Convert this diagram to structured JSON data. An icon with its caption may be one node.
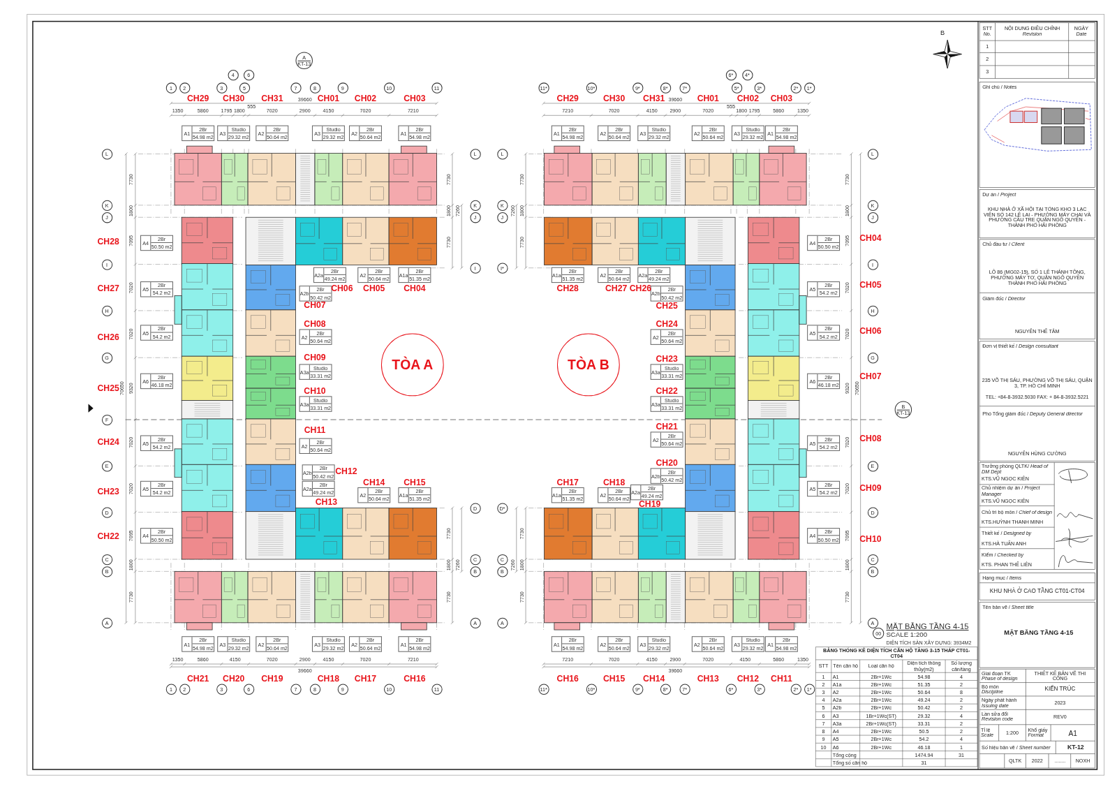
{
  "diagram": {
    "nodes": [
      {
        "text": [
          "TÒA A"
        ]
      },
      {
        "text": [
          "TÒA B"
        ]
      },
      {
        "text": [
          "00"
        ]
      },
      {
        "text": [
          "A",
          "KT-13"
        ]
      },
      {
        "text": [
          "4"
        ]
      },
      {
        "text": [
          "6"
        ]
      },
      {
        "text": [
          "1"
        ]
      },
      {
        "text": [
          "2"
        ]
      },
      {
        "text": [
          "3"
        ]
      },
      {
        "text": [
          "5"
        ]
      },
      {
        "text": [
          "7"
        ]
      },
      {
        "text": [
          "8"
        ]
      },
      {
        "text": [
          "9"
        ]
      },
      {
        "text": [
          "10"
        ]
      },
      {
        "text": [
          "11"
        ]
      },
      {
        "text": [
          "6*"
        ]
      },
      {
        "text": [
          "4*"
        ]
      },
      {
        "text": [
          "11*"
        ]
      },
      {
        "text": [
          "10*"
        ]
      },
      {
        "text": [
          "9*"
        ]
      },
      {
        "text": [
          "8*"
        ]
      },
      {
        "text": [
          "7*"
        ]
      },
      {
        "text": [
          "5*"
        ]
      },
      {
        "text": [
          "3*"
        ]
      },
      {
        "text": [
          "2*"
        ]
      },
      {
        "text": [
          "1*"
        ]
      },
      {
        "text": [
          "L"
        ]
      },
      {
        "text": [
          "K"
        ]
      },
      {
        "text": [
          "J"
        ]
      },
      {
        "text": [
          "I"
        ]
      },
      {
        "text": [
          "H"
        ]
      },
      {
        "text": [
          "G"
        ]
      },
      {
        "text": [
          "F"
        ]
      },
      {
        "text": [
          "E"
        ]
      },
      {
        "text": [
          "D"
        ]
      },
      {
        "text": [
          "C"
        ]
      },
      {
        "text": [
          "B"
        ]
      },
      {
        "text": [
          "A"
        ]
      },
      {
        "text": [
          "L"
        ]
      },
      {
        "text": [
          "K"
        ]
      },
      {
        "text": [
          "J"
        ]
      },
      {
        "text": [
          "I"
        ]
      },
      {
        "text": [
          "D"
        ]
      },
      {
        "text": [
          "C"
        ]
      },
      {
        "text": [
          "B"
        ]
      },
      {
        "text": [
          "A"
        ]
      },
      {
        "text": [
          "L"
        ]
      },
      {
        "text": [
          "K"
        ]
      },
      {
        "text": [
          "J"
        ]
      },
      {
        "text": [
          "I*"
        ]
      },
      {
        "text": [
          "D*"
        ]
      },
      {
        "text": [
          "C"
        ]
      },
      {
        "text": [
          "B"
        ]
      },
      {
        "text": [
          "A"
        ]
      },
      {
        "text": [
          "L"
        ]
      },
      {
        "text": [
          "K"
        ]
      },
      {
        "text": [
          "J"
        ]
      },
      {
        "text": [
          "I"
        ]
      },
      {
        "text": [
          "H"
        ]
      },
      {
        "text": [
          "G"
        ]
      },
      {
        "text": [
          "E"
        ]
      },
      {
        "text": [
          "D"
        ]
      },
      {
        "text": [
          "C"
        ]
      },
      {
        "text": [
          "B"
        ]
      },
      {
        "text": [
          "A"
        ]
      },
      {
        "text": [
          "B",
          "KT-13"
        ]
      },
      {
        "text": [
          "1"
        ]
      },
      {
        "text": [
          "2"
        ]
      },
      {
        "text": [
          "3"
        ]
      },
      {
        "text": [
          "6"
        ]
      },
      {
        "text": [
          "7"
        ]
      },
      {
        "text": [
          "8"
        ]
      },
      {
        "text": [
          "9"
        ]
      },
      {
        "text": [
          "10"
        ]
      },
      {
        "text": [
          "11"
        ]
      },
      {
        "text": [
          "11*"
        ]
      },
      {
        "text": [
          "10*"
        ]
      },
      {
        "text": [
          "9*"
        ]
      },
      {
        "text": [
          "8*"
        ]
      },
      {
        "text": [
          "7*"
        ]
      },
      {
        "text": [
          "6*"
        ]
      },
      {
        "text": [
          "3*"
        ]
      },
      {
        "text": [
          "2*"
        ]
      },
      {
        "text": [
          "1*"
        ]
      },
      {
        "text": [
          "A1",
          "2Br",
          "54.98 m2"
        ]
      },
      {
        "text": [
          "A3",
          "Studio",
          "29.32 m2"
        ]
      },
      {
        "text": [
          "A2",
          "2Br",
          "50.64 m2"
        ]
      },
      {
        "text": [
          "A3",
          "Studio",
          "29.32 m2"
        ]
      },
      {
        "text": [
          "A2",
          "2Br",
          "50.64 m2"
        ]
      },
      {
        "text": [
          "A1",
          "2Br",
          "54.98 m2"
        ]
      },
      {
        "text": [
          "A4",
          "2Br",
          "50.50 m2"
        ]
      },
      {
        "text": [
          "A5",
          "2Br",
          "54.2 m2"
        ]
      },
      {
        "text": [
          "A5",
          "2Br",
          "54.2 m2"
        ]
      },
      {
        "text": [
          "A6",
          "2Br",
          "46.18 m2"
        ]
      },
      {
        "text": [
          "A5",
          "2Br",
          "54.2 m2"
        ]
      },
      {
        "text": [
          "A5",
          "2Br",
          "54.2 m2"
        ]
      },
      {
        "text": [
          "A4",
          "2Br",
          "50.50 m2"
        ]
      },
      {
        "text": [
          "A2a",
          "2Br",
          "49.24 m2"
        ]
      },
      {
        "text": [
          "A2",
          "2Br",
          "50.64 m2"
        ]
      },
      {
        "text": [
          "A1a",
          "2Br",
          "51.35 m2"
        ]
      },
      {
        "text": [
          "A2b",
          "2Br",
          "50.42 m2"
        ]
      },
      {
        "text": [
          "A2",
          "2Br",
          "50.64 m2"
        ]
      },
      {
        "text": [
          "A3a",
          "Studio",
          "33.31 m2"
        ]
      },
      {
        "text": [
          "A3a",
          "Studio",
          "33.31 m2"
        ]
      },
      {
        "text": [
          "A2",
          "2Br",
          "50.64 m2"
        ]
      },
      {
        "text": [
          "A2b",
          "2Br",
          "50.42 m2"
        ]
      },
      {
        "text": [
          "A2a",
          "2Br",
          "49.24 m2"
        ]
      },
      {
        "text": [
          "A2",
          "2Br",
          "50.64 m2"
        ]
      },
      {
        "text": [
          "A1a",
          "2Br",
          "51.35 m2"
        ]
      },
      {
        "text": [
          "A1",
          "2Br",
          "54.98 m2"
        ]
      },
      {
        "text": [
          "A3",
          "Studio",
          "29.32 m2"
        ]
      },
      {
        "text": [
          "A2",
          "2Br",
          "50.64 m2"
        ]
      },
      {
        "text": [
          "A3",
          "Studio",
          "29.32 m2"
        ]
      },
      {
        "text": [
          "A2",
          "2Br",
          "50.64 m2"
        ]
      },
      {
        "text": [
          "A1",
          "2Br",
          "54.98 m2"
        ]
      },
      {
        "text": [
          "A1",
          "2Br",
          "54.98 m2"
        ]
      },
      {
        "text": [
          "A2",
          "2Br",
          "50.64 m2"
        ]
      },
      {
        "text": [
          "A3",
          "Studio",
          "29.32 m2"
        ]
      },
      {
        "text": [
          "A2",
          "2Br",
          "50.64 m2"
        ]
      },
      {
        "text": [
          "A3",
          "Studio",
          "29.32 m2"
        ]
      },
      {
        "text": [
          "A1",
          "2Br",
          "54.98 m2"
        ]
      },
      {
        "text": [
          "A1a",
          "2Br",
          "51.35 m2"
        ]
      },
      {
        "text": [
          "A2",
          "2Br",
          "50.64 m2"
        ]
      },
      {
        "text": [
          "A2a",
          "2Br",
          "49.24 m2"
        ]
      },
      {
        "text": [
          "A2b",
          "2Br",
          "50.42 m2"
        ]
      },
      {
        "text": [
          "A2",
          "2Br",
          "50.64 m2"
        ]
      },
      {
        "text": [
          "A3a",
          "Studio",
          "33.31 m2"
        ]
      },
      {
        "text": [
          "A3a",
          "Studio",
          "33.31 m2"
        ]
      },
      {
        "text": [
          "A2",
          "2Br",
          "50.64 m2"
        ]
      },
      {
        "text": [
          "A2b",
          "2Br",
          "50.42 m2"
        ]
      },
      {
        "text": [
          "A2a",
          "2Br",
          "49.24 m2"
        ]
      },
      {
        "text": [
          "A1a",
          "2Br",
          "51.35 m2"
        ]
      },
      {
        "text": [
          "A2",
          "2Br",
          "50.64 m2"
        ]
      },
      {
        "text": [
          "A4",
          "2Br",
          "50.50 m2"
        ]
      },
      {
        "text": [
          "A5",
          "2Br",
          "54.2 m2"
        ]
      },
      {
        "text": [
          "A5",
          "2Br",
          "54.2 m2"
        ]
      },
      {
        "text": [
          "A6",
          "2Br",
          "46.18 m2"
        ]
      },
      {
        "text": [
          "A5",
          "2Br",
          "54.2 m2"
        ]
      },
      {
        "text": [
          "A5",
          "2Br",
          "54.2 m2"
        ]
      },
      {
        "text": [
          "A4",
          "2Br",
          "50.50 m2"
        ]
      },
      {
        "text": [
          "A1",
          "2Br",
          "54.98 m2"
        ]
      },
      {
        "text": [
          "A2",
          "2Br",
          "50.64 m2"
        ]
      },
      {
        "text": [
          "A3",
          "Studio",
          "29.32 m2"
        ]
      },
      {
        "text": [
          "A2",
          "2Br",
          "50.64 m2"
        ]
      },
      {
        "text": [
          "A3",
          "Studio",
          "29.32 m2"
        ]
      },
      {
        "text": [
          "A1",
          "2Br",
          "54.98 m2"
        ]
      }
    ],
    "labels": [
      "CH29",
      "CH30",
      "CH31",
      "CH01",
      "CH02",
      "CH03",
      "CH28",
      "CH27",
      "CH26",
      "CH25",
      "CH24",
      "CH23",
      "CH22",
      "CH06",
      "CH05",
      "CH04",
      "CH07",
      "CH08",
      "CH09",
      "CH10",
      "CH11",
      "CH12",
      "CH14",
      "CH15",
      "CH13",
      "CH21",
      "CH20",
      "CH19",
      "CH18",
      "CH17",
      "CH16",
      "CH29",
      "CH30",
      "CH31",
      "CH01",
      "CH02",
      "CH03",
      "CH28",
      "CH27",
      "CH26",
      "CH25",
      "CH24",
      "CH23",
      "CH22",
      "CH21",
      "CH20",
      "CH17",
      "CH18",
      "CH19",
      "CH04",
      "CH05",
      "CH06",
      "CH07",
      "CH08",
      "CH09",
      "CH10",
      "CH16",
      "CH15",
      "CH14",
      "CH13",
      "CH12",
      "CH11",
      "39660",
      "1350",
      "5860",
      "1795",
      "1800",
      "555",
      "7020",
      "2900",
      "4150",
      "7020",
      "7210",
      "39660",
      "7210",
      "7020",
      "4150",
      "2900",
      "7020",
      "555",
      "1800",
      "1795",
      "5860",
      "1350",
      "7730",
      "1800",
      "7095",
      "7020",
      "7020",
      "70650",
      "9320",
      "7020",
      "7020",
      "7095",
      "1800",
      "7730",
      "7730",
      "1800",
      "7260",
      "7730",
      "7730",
      "1800",
      "7260",
      "7730",
      "7730",
      "7260",
      "1800",
      "7730",
      "7730",
      "7260",
      "1800",
      "7730",
      "7730",
      "1800",
      "7095",
      "7020",
      "7020",
      "9320",
      "70650",
      "7020",
      "7020",
      "7095",
      "1800",
      "7730",
      "1350",
      "5860",
      "4150",
      "7020",
      "2900",
      "4150",
      "7020",
      "7210",
      "39660",
      "7210",
      "7020",
      "4150",
      "2900",
      "7020",
      "4150",
      "5860",
      "1350",
      "39660",
      "B",
      "MẶT BẰNG TẦNG 4-15",
      "SCALE 1:200",
      "DIỆN TÍCH SÀN XÂY DỰNG: 3934M2",
      "STT *No.*",
      "NỘI DUNG ĐIỀU CHỈNH *Revision*",
      "NGÀY *Date*",
      "1",
      "2",
      "3",
      "Ghi chú / *Notes*",
      "Dự án / *Project*",
      "KHU NHÀ Ở XÃ HỘI TẠI TỔNG KHO 3 LẠC VIÊN SỐ 142 LÊ LAI - PHƯỜNG MÁY CHAI VÀ PHƯỜNG CẦU TRE QUẬN NGÔ QUYỀN - THÀNH PHỐ HẢI PHÒNG",
      "Chủ đầu tư / *Client*",
      "LÔ 86 (MG02-15), SỐ 1 LÊ THÁNH TÔNG, PHƯỜNG MÁY TƠ, QUẬN NGÔ QUYỀN THÀNH PHỐ HẢI PHÒNG",
      "Giám đốc / *Director*",
      "NGUYỄN THẾ TÂM",
      "Đơn vị thiết kế / *Design consultant*",
      "235 VÕ THỊ SÁU, PHƯỜNG VÕ THỊ SÁU, QUẬN 3, TP. HỒ CHÍ MINH",
      "TEL: +84-8-3932.5030 FAX: + 84-8-3932.5221",
      "Phó Tổng giám đốc / *Deputy General director*",
      "NGUYỄN HÙNG CƯỜNG",
      "Trưởng phòng QLTK/ *Head of DM Dept*",
      "KTS.VŨ NGỌC KIÊN",
      "Chủ nhiệm dự án / *Project Manager*",
      "KTS.VŨ NGỌC KIÊN",
      "Chủ trì bộ môn / *Chief of design*",
      "KTS.HUỲNH THANH MINH",
      "Thiết kế / *Designed by*",
      "KTS.HÀ TUẤN ANH",
      "Kiểm / *Checked by*",
      "KTS. PHAN THẾ LIÊN",
      "Hạng mục / *Items*",
      "KHU NHÀ Ở CAO TẦNG CT01-CT04",
      "Tên bản vẽ / *Sheet title*",
      "MẶT BẰNG TẦNG 4-15",
      "Giai đoạn TK *Phase of design*",
      "THIẾT KẾ BẢN VẼ THI CÔNG",
      "Bộ môn *Discipline*",
      "KIẾN TRÚC",
      "Ngày phát hành *Issuing date*",
      "2023",
      "Lần sửa đổi *Revision code*",
      "REV0",
      "Tỉ lệ *Scale*",
      "1:200",
      "Khổ giấy *Format*",
      "A1",
      "Số hiệu bản vẽ / *Sheet number*",
      "KT-12",
      "QLTK",
      "2022",
      "........",
      "NOXH",
      "BẢNG THỐNG KÊ DIỆN TÍCH CĂN HỘ TẦNG 3-15 THÁP CT01-CT04",
      "STT",
      "Tên căn hộ",
      "Loại căn hộ",
      "Diện tích thông thủy(m2)",
      "Số lượng căn/tầng",
      "1",
      "A1",
      "2Br+1Wc",
      "54.98",
      "4",
      "2",
      "A1a",
      "2Br+1Wc",
      "51.35",
      "2",
      "3",
      "A2",
      "2Br+1Wc",
      "50.64",
      "8",
      "4",
      "A2a",
      "2Br+1Wc",
      "49.24",
      "2",
      "5",
      "A2b",
      "2Br+1Wc",
      "50.42",
      "2",
      "6",
      "A3",
      "1Br+1Wc(ST)",
      "29.32",
      "4",
      "7",
      "A3a",
      "2Br+1Wc(ST)",
      "33.31",
      "2",
      "8",
      "A4",
      "2Br+1Wc",
      "50.5",
      "2",
      "9",
      "A5",
      "2Br+1Wc",
      "54.2",
      "4",
      "10",
      "A6",
      "2Br+1Wc",
      "46.18",
      "1",
      "Tổng cộng",
      "1474.94",
      "31",
      "Tổng số căn hộ",
      "31"
    ]
  }
}
